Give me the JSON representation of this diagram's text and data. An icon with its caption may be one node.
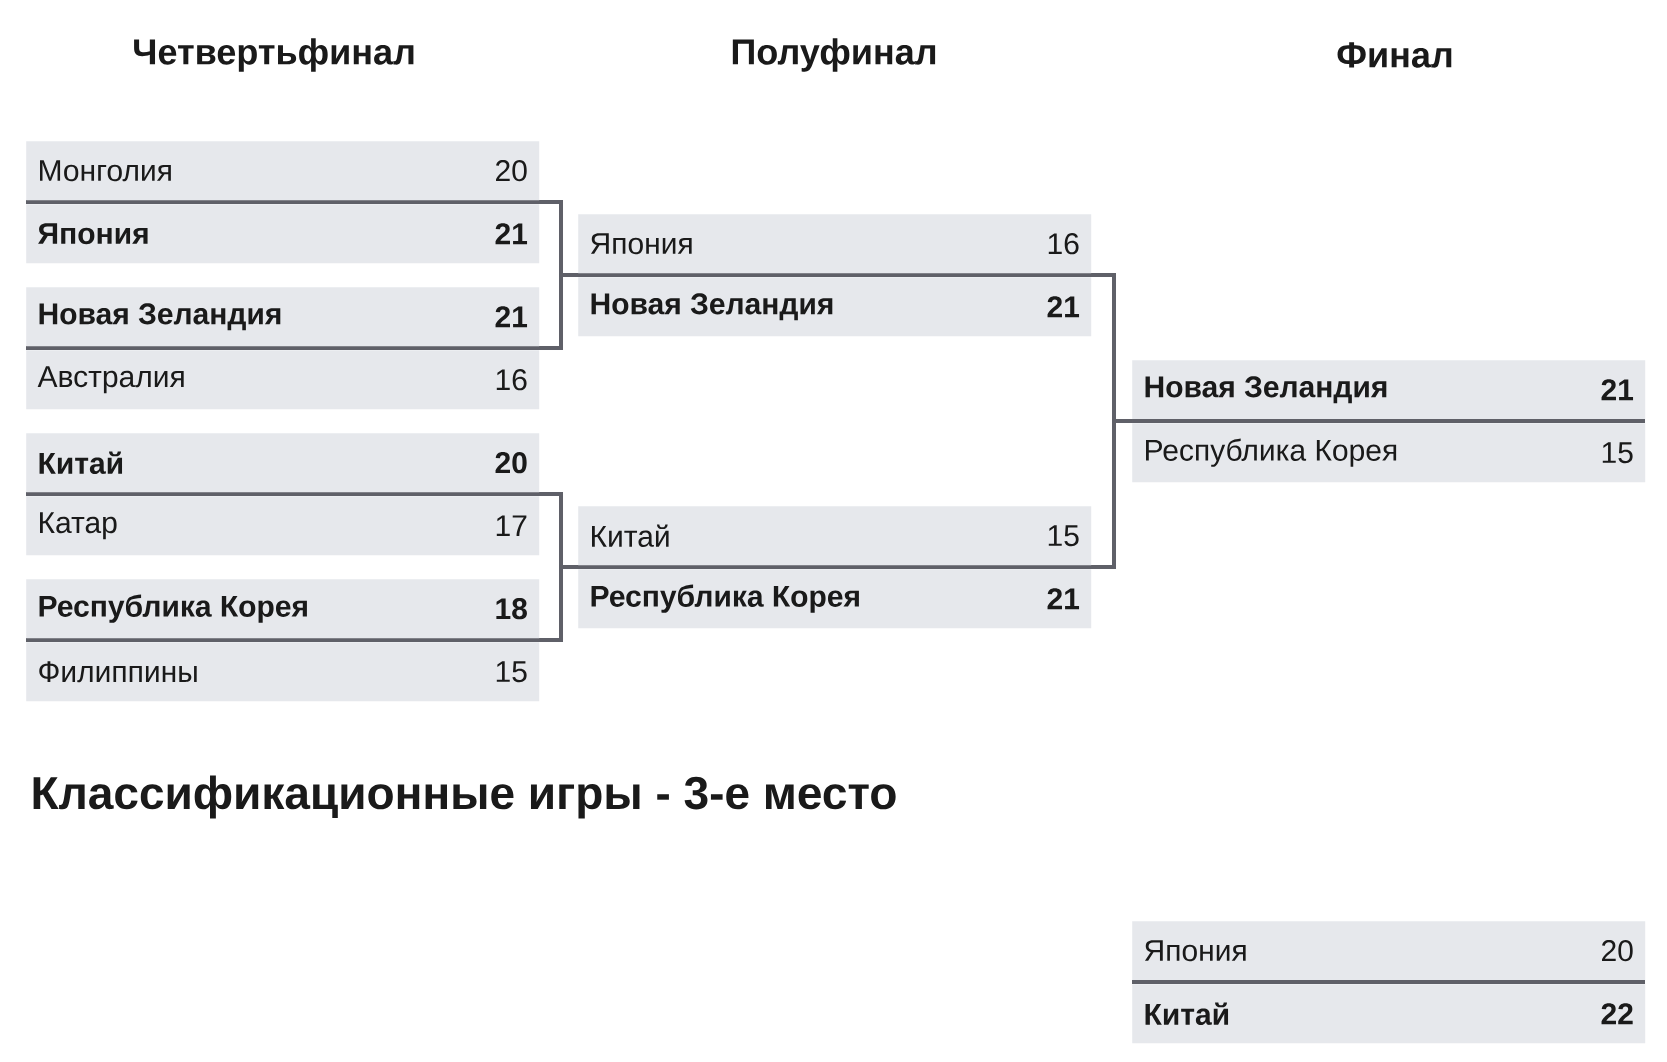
{
  "diagram": {
    "nodes": [
      {
        "text": [
          "Монголия",
          "20"
        ]
      },
      {
        "text": [
          "Япония",
          "21"
        ]
      },
      {
        "text": [
          "Новая Зеландия",
          "21"
        ]
      },
      {
        "text": [
          "Австралия",
          "16"
        ]
      },
      {
        "text": [
          "Китай",
          "20"
        ]
      },
      {
        "text": [
          "Катар",
          "17"
        ]
      },
      {
        "text": [
          "Республика Корея",
          "18"
        ]
      },
      {
        "text": [
          "Филиппины",
          "15"
        ]
      },
      {
        "text": [
          "Япония",
          "16"
        ]
      },
      {
        "text": [
          "Новая Зеландия",
          "21"
        ]
      },
      {
        "text": [
          "Китай",
          "15"
        ]
      },
      {
        "text": [
          "Республика Корея",
          "21"
        ]
      },
      {
        "text": [
          "Новая Зеландия",
          "21"
        ]
      },
      {
        "text": [
          "Республика Корея",
          "15"
        ]
      },
      {
        "text": [
          "Япония",
          "20"
        ]
      },
      {
        "text": [
          "Китай",
          "22"
        ]
      }
    ],
    "edges": [
      {
        "from": 1,
        "to": 8,
        "arrow": "none"
      },
      {
        "from": 2,
        "to": 9,
        "arrow": "none"
      },
      {
        "from": 4,
        "to": 10,
        "arrow": "none"
      },
      {
        "from": 6,
        "to": 11,
        "arrow": "none"
      },
      {
        "from": 9,
        "to": 12,
        "arrow": "none"
      },
      {
        "from": 11,
        "to": 13,
        "arrow": "none"
      }
    ],
    "labels": [
      "Четвертьфинал",
      "Полуфинал",
      "Финал",
      "Классификационные игры - 3-е место"
    ]
  }
}
